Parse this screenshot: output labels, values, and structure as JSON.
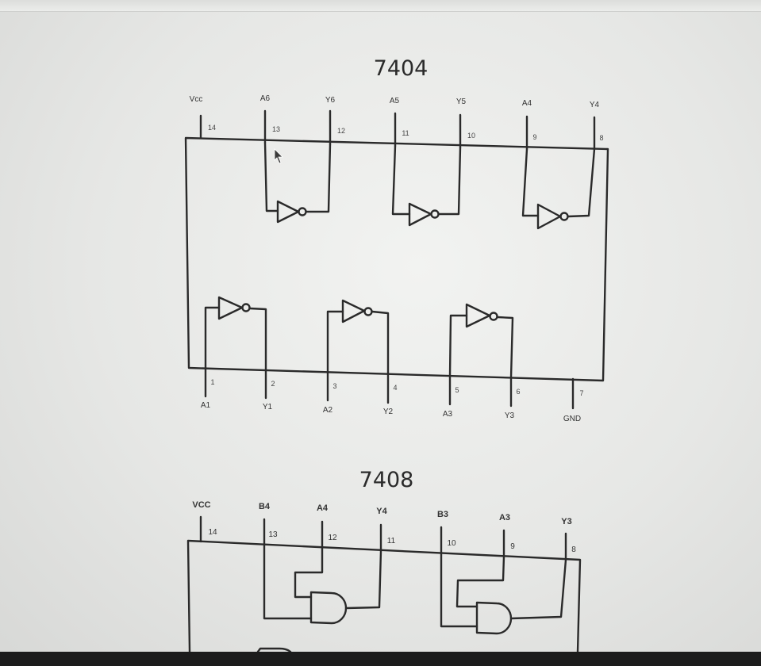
{
  "chip1": {
    "title": "7404",
    "top_labels": [
      "Vcc",
      "A6",
      "Y6",
      "A5",
      "Y5",
      "A4",
      "Y4"
    ],
    "top_numbers": [
      "14",
      "13",
      "12",
      "11",
      "10",
      "9",
      "8"
    ],
    "bottom_labels": [
      "A1",
      "Y1",
      "A2",
      "Y2",
      "A3",
      "Y3",
      "GND"
    ],
    "bottom_numbers": [
      "1",
      "2",
      "3",
      "4",
      "5",
      "6",
      "7"
    ]
  },
  "chip2": {
    "title": "7408",
    "top_labels": [
      "VCC",
      "B4",
      "A4",
      "Y4",
      "B3",
      "A3",
      "Y3"
    ],
    "top_numbers": [
      "14",
      "13",
      "12",
      "11",
      "10",
      "9",
      "8"
    ]
  },
  "colors": {
    "ink": "#2a2a2a",
    "background": "#ecedeb"
  }
}
